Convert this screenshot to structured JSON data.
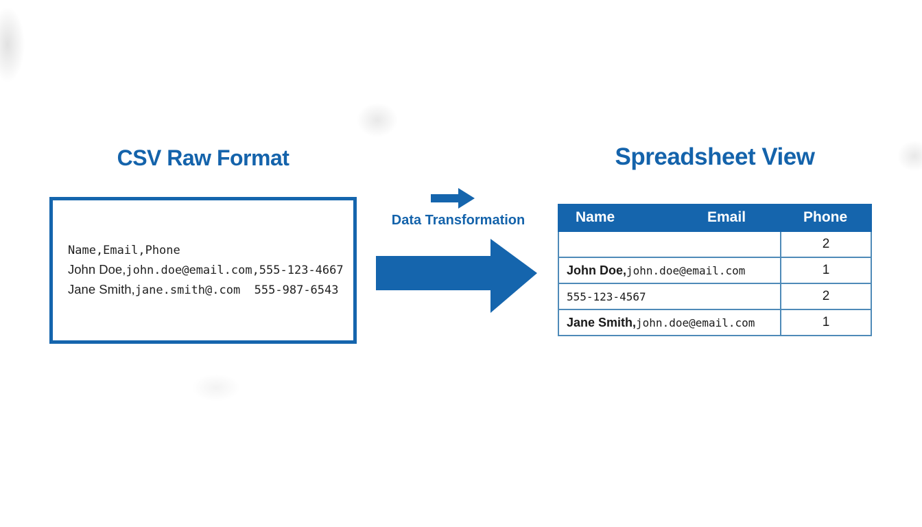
{
  "accent_color": "#1463ab",
  "border_light_color": "#4e8ab8",
  "left_panel": {
    "title": "CSV Raw Format",
    "csv_lines": [
      {
        "sans": "",
        "mono": "Name,Email,Phone"
      },
      {
        "sans": "John Doe,",
        "mono": "john.doe@email.com,555-123-4667"
      },
      {
        "sans": "Jane Smith,",
        "mono": "jane.smith@.com  555-987-6543"
      }
    ]
  },
  "middle": {
    "label": "Data Transformation"
  },
  "right_panel": {
    "title": "Spreadsheet View",
    "table": {
      "headers": {
        "name": "Name",
        "email": "Email",
        "phone": "Phone"
      },
      "rows": [
        {
          "sans": "",
          "mono": "",
          "phone": "2"
        },
        {
          "sans": "John Doe,",
          "mono": "john.doe@email.com",
          "phone": "1"
        },
        {
          "sans": "",
          "mono": "555-123-4567",
          "phone": "2"
        },
        {
          "sans": "Jane Smith,",
          "mono": "john.doe@email.com",
          "phone": "1"
        }
      ]
    }
  }
}
